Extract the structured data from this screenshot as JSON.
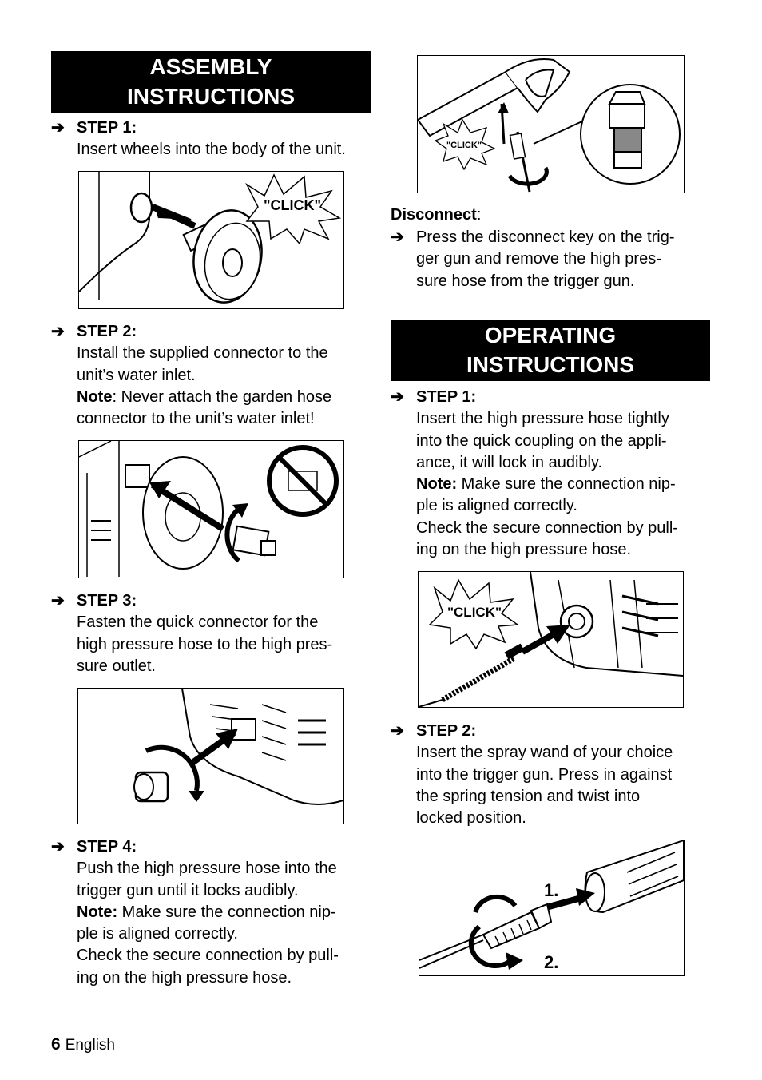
{
  "assembly": {
    "title_line1": "ASSEMBLY",
    "title_line2": "INSTRUCTIONS",
    "steps": [
      {
        "heading": "STEP 1:",
        "lines": [
          "Insert wheels into the body of the unit."
        ]
      },
      {
        "heading": "STEP 2:",
        "lines": [
          "Install the supplied connector to the",
          "unit’s water inlet."
        ],
        "note_label": "Note",
        "note_sep": ": ",
        "note_lines": [
          "Never attach the garden hose",
          "connector to the unit’s water inlet!"
        ]
      },
      {
        "heading": "STEP 3:",
        "lines": [
          "Fasten the quick connector for the",
          "high pressure hose to the high pres-",
          "sure outlet."
        ]
      },
      {
        "heading": "STEP 4:",
        "lines": [
          "Push the high pressure hose into the",
          "trigger gun until it locks audibly."
        ],
        "note_label": "Note:",
        "note_sep": " ",
        "note_lines": [
          "Make sure the connection nip-",
          "ple is aligned correctly."
        ],
        "extra_lines": [
          "Check the secure connection by pull-",
          "ing on the high pressure hose."
        ]
      }
    ]
  },
  "disconnect": {
    "label": "Disconnect",
    "colon": ":",
    "lines": [
      "Press the disconnect key on the trig-",
      "ger gun and remove the high pres-",
      "sure hose from the trigger gun."
    ]
  },
  "operating": {
    "title_line1": "OPERATING",
    "title_line2": "INSTRUCTIONS",
    "steps": [
      {
        "heading": "STEP 1:",
        "lines": [
          "Insert the high pressure hose tightly",
          "into the quick coupling on the appli-",
          "ance, it will lock in audibly."
        ],
        "note_label": "Note:",
        "note_sep": " ",
        "note_lines": [
          "Make sure the connection nip-",
          "ple is aligned correctly."
        ],
        "extra_lines": [
          "Check the secure connection by pull-",
          "ing on the high pressure hose."
        ]
      },
      {
        "heading": "STEP 2:",
        "lines": [
          "Insert the spray wand of your choice",
          "into the trigger gun. Press in against",
          "the spring tension and twist into",
          "locked position."
        ]
      }
    ]
  },
  "figures": {
    "click": "\"CLICK\"",
    "step_one": "1.",
    "step_two": "2."
  },
  "footer": {
    "page_number": "6",
    "language": "English"
  },
  "icons": {
    "step_arrow": "➔"
  }
}
